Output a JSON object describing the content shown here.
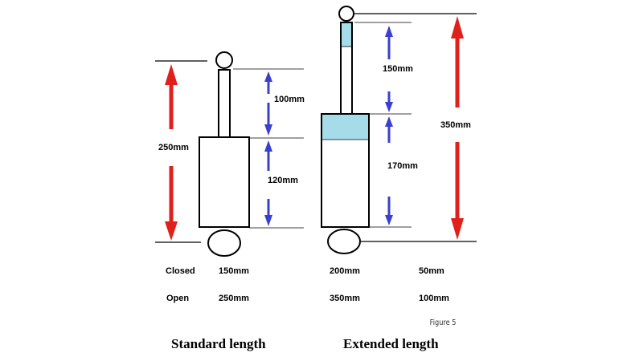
{
  "colors": {
    "red_arrow": "#e0201a",
    "blue_arrow": "#3a3fcf",
    "fluid": "#a6dcea",
    "line": "#000000"
  },
  "standard": {
    "caption": "Standard length",
    "total_label": "250mm",
    "rod_label": "100mm",
    "body_label": "120mm"
  },
  "extended": {
    "caption": "Extended length",
    "total_label": "350mm",
    "rod_label": "150mm",
    "body_label": "170mm"
  },
  "table": {
    "rows": [
      {
        "label": "Closed",
        "standard": "150mm",
        "extended": "200mm",
        "difference": "50mm"
      },
      {
        "label": "Open",
        "standard": "250mm",
        "extended": "350mm",
        "difference": "100mm"
      }
    ]
  },
  "figure_label": "Figure 5"
}
